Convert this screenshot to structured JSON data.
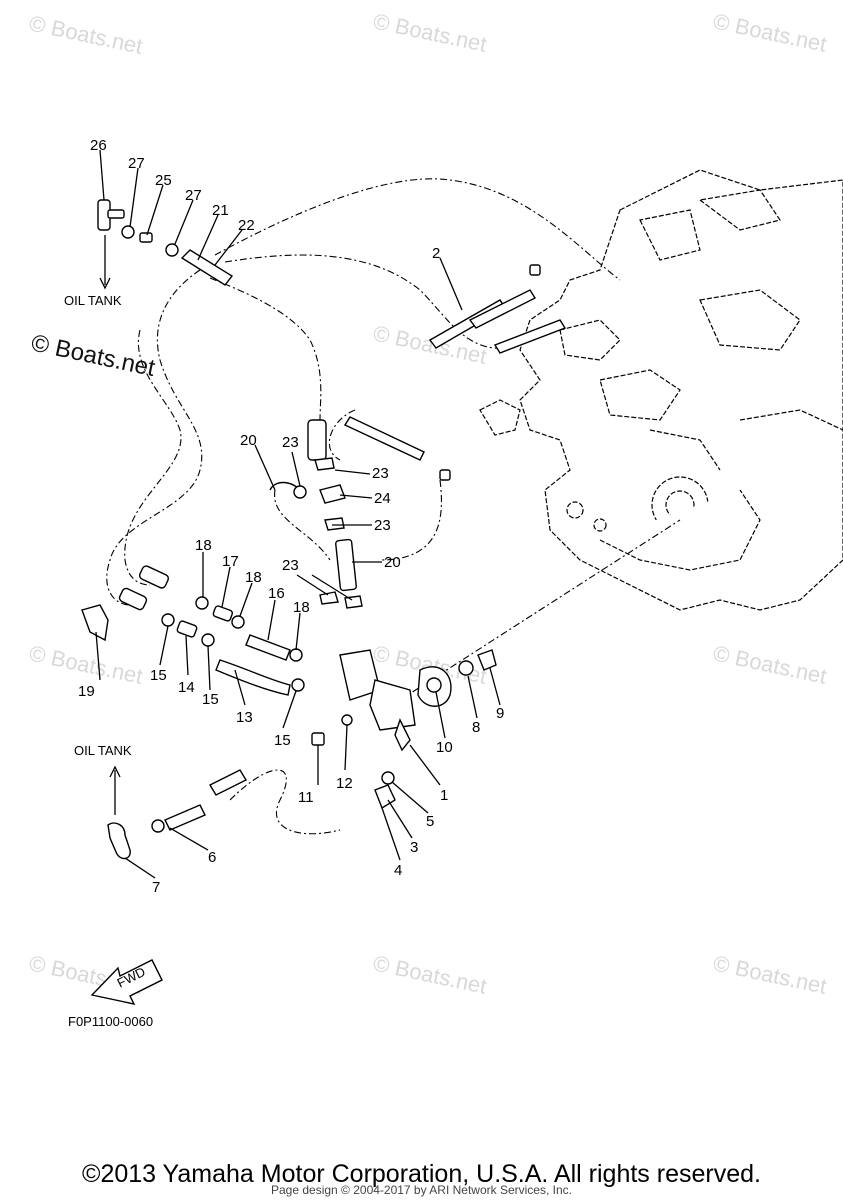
{
  "watermark": "© Boats.net",
  "watermark_main": "© Boats.net",
  "oil_tank_top": "OIL TANK",
  "oil_tank_bottom": "OIL TANK",
  "fwd": "FWD",
  "figure_code": "F0P1100-0060",
  "copyright": "©2013 Yamaha Motor Corporation, U.S.A. All rights reserved.",
  "page_design": "Page design © 2004-2017 by ARI Network Services, Inc.",
  "callouts": [
    "1",
    "2",
    "3",
    "4",
    "5",
    "6",
    "7",
    "8",
    "9",
    "10",
    "11",
    "12",
    "13",
    "14",
    "15",
    "16",
    "17",
    "18",
    "19",
    "20",
    "21",
    "22",
    "23",
    "24",
    "25",
    "26",
    "27"
  ]
}
